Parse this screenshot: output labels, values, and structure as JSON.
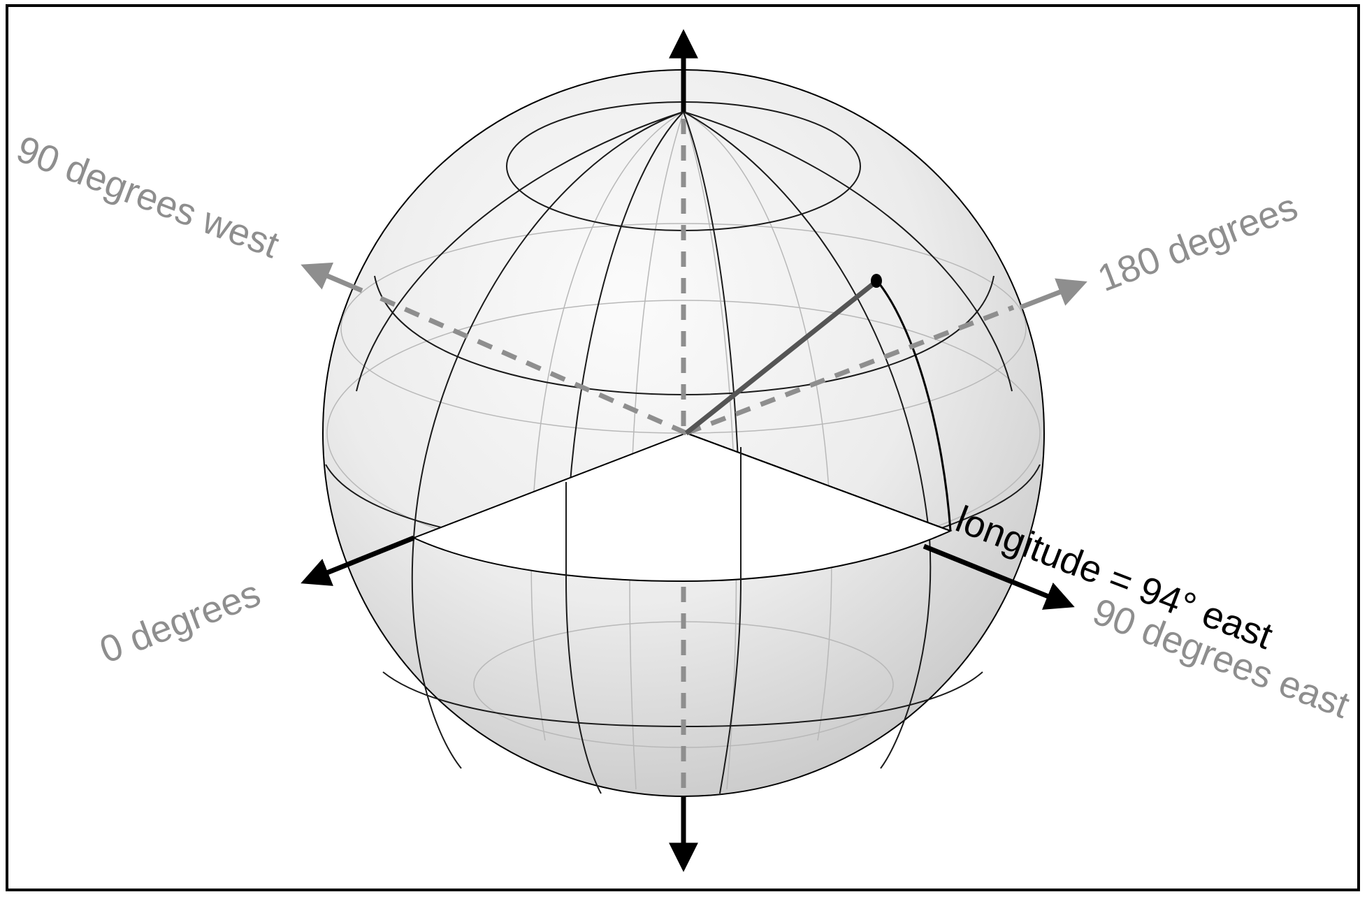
{
  "labels": {
    "west": "90 degrees west",
    "east_180": "180 degrees",
    "zero": "0 degrees",
    "east_90": "90 degrees east",
    "longitude": "longitude = 94° east"
  },
  "colors": {
    "axis_front": "#000000",
    "axis_back": "#8e8e8e",
    "sphere_outline": "#000000",
    "grid_front": "#1a1a1a",
    "grid_back": "#b8b8b8",
    "sphere_light": "#f7f7f7",
    "sphere_dark": "#c9c9c9"
  }
}
